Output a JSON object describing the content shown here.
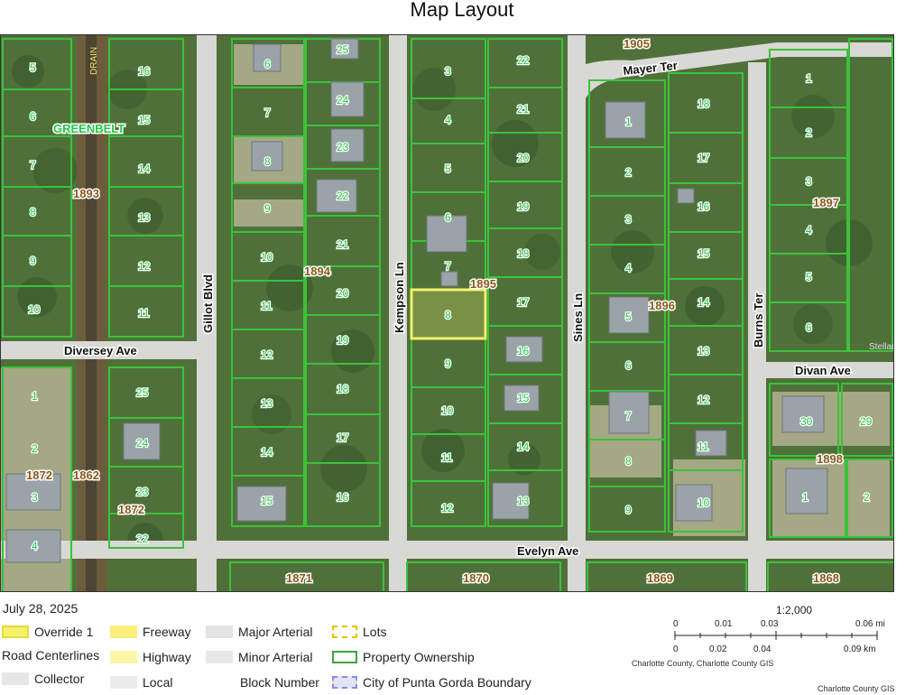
{
  "title": "Map Layout",
  "map": {
    "streets": {
      "mayer": "Mayer Ter",
      "gillot": "Gillot Blvd",
      "kempson": "Kempson Ln",
      "sinos": "Sines Ln",
      "burns": "Burns Ter",
      "diversey": "Diversey Ave",
      "divan": "Divan Ave",
      "evelyn": "Evelyn Ave",
      "drain": "DRAIN"
    },
    "greenbelt": "GREENBELT",
    "blocks": [
      "1905",
      "1893",
      "1894",
      "1895",
      "1896",
      "1897",
      "1898",
      "1872",
      "1862",
      "1872",
      "1871",
      "1870",
      "1869",
      "1868"
    ],
    "watermark": "Stellar MLS"
  },
  "legend": {
    "date": "July 28, 2025",
    "items": {
      "override": "Override 1",
      "road_centerlines": "Road Centerlines",
      "collector": "Collector",
      "freeway": "Freeway",
      "highway": "Highway",
      "local": "Local",
      "major_arterial": "Major Arterial",
      "minor_arterial": "Minor Arterial",
      "block_number": "Block Number",
      "lots": "Lots",
      "property_ownership": "Property Ownership",
      "city_boundary": "City of Punta Gorda Boundary"
    },
    "colors": {
      "override": "#f4f26a",
      "freeway": "#fbee7a",
      "highway": "#fdf6a6",
      "major_arterial": "#e3e3e3",
      "minor_arterial": "#e8e8e8",
      "collector": "#e6e6e6",
      "local": "#ececec",
      "lots": "#e8c200",
      "property": "#3ba63b",
      "boundary": "#8a8ae6"
    }
  },
  "scale": {
    "ratio": "1:2,000",
    "mi_ticks": [
      "0",
      "0.01",
      "0.03",
      "0.06 mi"
    ],
    "km_ticks": [
      "0",
      "0.02",
      "0.04",
      "0.09 km"
    ]
  },
  "credits": {
    "source": "Charlotte County, Charlotte County GIS",
    "footer": "Charlotte County GIS"
  }
}
